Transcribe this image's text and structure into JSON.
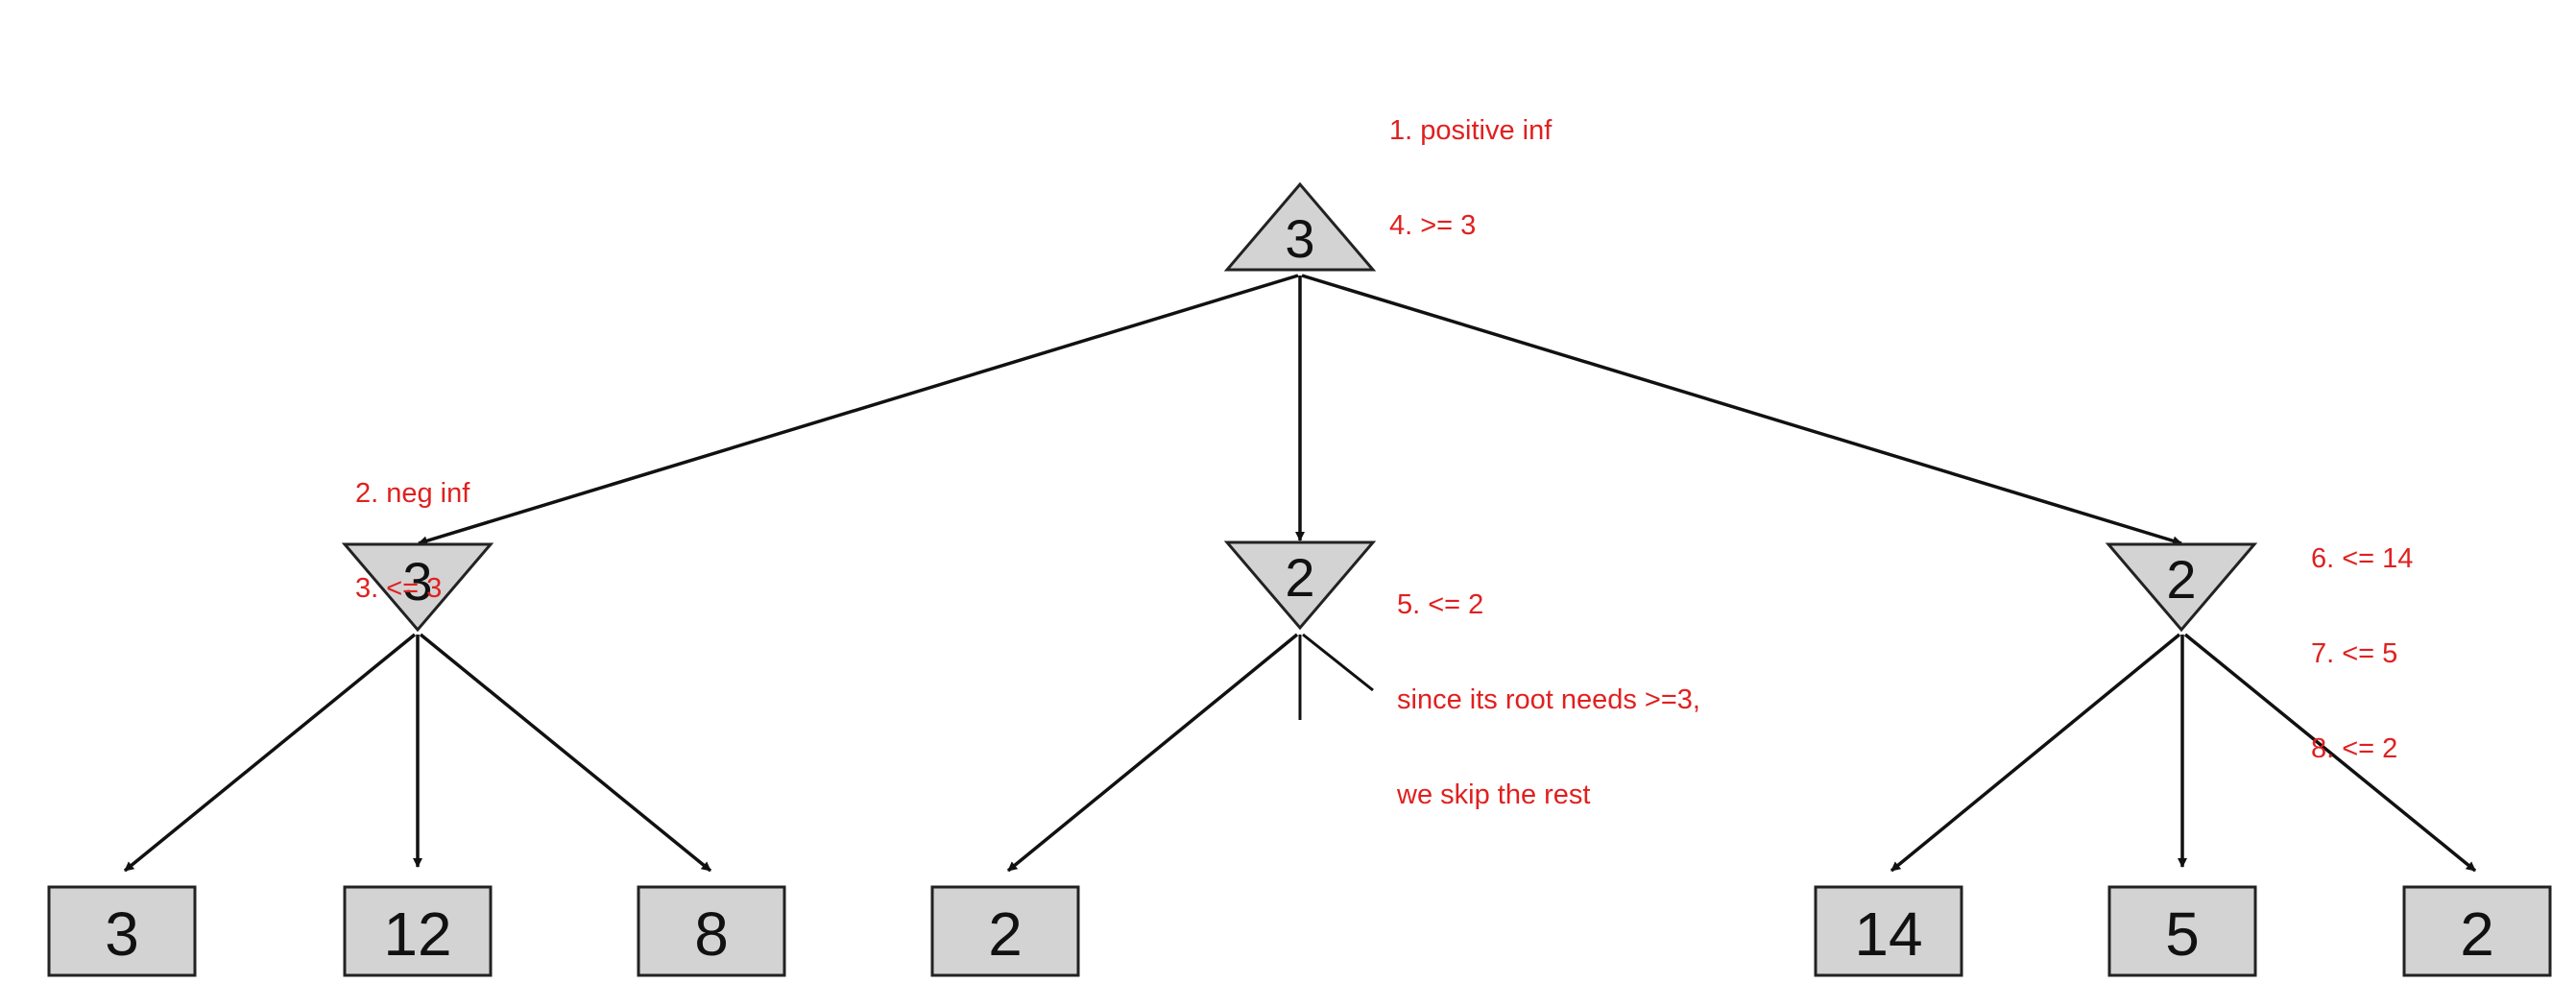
{
  "colors": {
    "annotation": "#e0201f",
    "node_fill": "#d3d3d3",
    "line": "#111111"
  },
  "tree": {
    "root": {
      "value": "3",
      "type": "max"
    },
    "mins": [
      {
        "value": "3",
        "type": "min"
      },
      {
        "value": "2",
        "type": "min"
      },
      {
        "value": "2",
        "type": "min"
      }
    ],
    "leaves": [
      "3",
      "12",
      "8",
      "2",
      "14",
      "5",
      "2"
    ]
  },
  "annotations": {
    "root": [
      "1. positive inf",
      "4. >= 3"
    ],
    "left": [
      "2. neg inf",
      "3. <= 3"
    ],
    "middle": [
      "5. <= 2",
      "since its root needs >=3,",
      "we skip the rest"
    ],
    "right": [
      "6. <= 14",
      "7. <= 5",
      "8. <= 2"
    ]
  }
}
